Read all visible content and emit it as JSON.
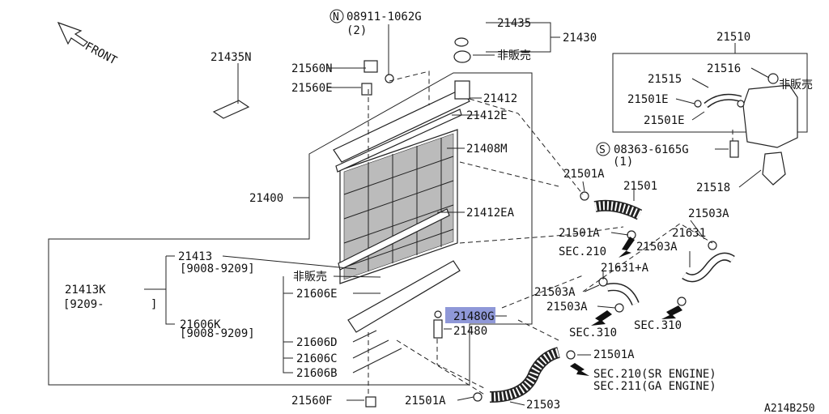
{
  "labels": {
    "front": "FRONT",
    "n_bolt": "08911-1062G",
    "n_bolt_qty": "(2)",
    "p21435n": "21435N",
    "p21560n": "21560N",
    "p21560e": "21560E",
    "p21435": "21435",
    "p21430": "21430",
    "hanbai_cap": "非販売",
    "p21412": "21412",
    "p21412e": "21412E",
    "p21408m": "21408M",
    "p21400": "21400",
    "p21412ea": "21412EA",
    "p21413": "21413",
    "p21413_date": "[9008-9209]",
    "p21413k": "21413K",
    "p21413k_date": "[9209-",
    "p21413k_date_end": "]",
    "hanbai_tank": "非販売",
    "p21606e": "21606E",
    "p21606k": "21606K",
    "p21606k_date": "[9008-9209]",
    "p21606d": "21606D",
    "p21606c": "21606C",
    "p21606b": "21606B",
    "p21480g": "21480G",
    "p21480": "21480",
    "p21560f": "21560F",
    "p21501a_bottom": "21501A",
    "p21503": "21503",
    "p21510": "21510",
    "p21516": "21516",
    "hanbai_res": "非販売",
    "p21515": "21515",
    "p21501e_1": "21501E",
    "p21501e_2": "21501E",
    "s_bolt": "08363-6165G",
    "s_bolt_qty": "(1)",
    "p21518": "21518",
    "p21501a_1": "21501A",
    "p21501": "21501",
    "p21501a_2": "21501A",
    "sec210": "SEC.210",
    "p21503a_1": "21503A",
    "p21631": "21631",
    "p21503a_2": "21503A",
    "p21631a": "21631+A",
    "p21503a_3": "21503A",
    "p21503a_4": "21503A",
    "sec310_a": "SEC.310",
    "sec310_b": "SEC.310",
    "p21501a_3": "21501A",
    "sec210_sr": "SEC.210(SR ENGINE)",
    "sec211_ga": "SEC.211(GA ENGINE)",
    "drawing_no": "A214B250",
    "n_symbol": "N",
    "s_symbol": "S"
  },
  "highlight_color": "#8f98d8"
}
